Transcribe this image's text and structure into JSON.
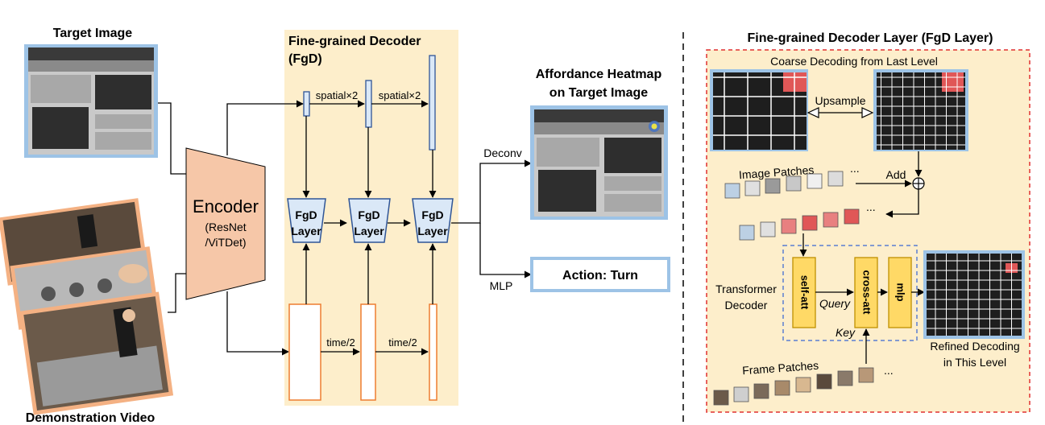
{
  "left": {
    "target_image_title": "Target Image",
    "demo_video_title": "Demonstration Video",
    "encoder_title": "Encoder",
    "encoder_sub1": "(ResNet",
    "encoder_sub2": "/ViTDet)",
    "fgd_title_line1": "Fine-grained Decoder",
    "fgd_title_line2": "(FgD)",
    "spatial_label": "spatial×2",
    "time_label": "time/2",
    "fgd_layer_line1": "FgD",
    "fgd_layer_line2": "Layer",
    "heatmap_title_line1": "Affordance Heatmap",
    "heatmap_title_line2": "on Target Image",
    "deconv_label": "Deconv",
    "mlp_label": "MLP",
    "action_label": "Action: Turn"
  },
  "right": {
    "panel_title": "Fine-grained Decoder Layer (FgD Layer)",
    "coarse_label": "Coarse Decoding from Last Level",
    "upsample_label": "Upsample",
    "image_patches_label": "Image Patches",
    "ellipsis": "...",
    "add_label": "Add",
    "transformer_line1": "Transformer",
    "transformer_line2": "Decoder",
    "self_att": "self-att",
    "cross_att": "cross-att",
    "mlp": "mlp",
    "query_label": "Query",
    "key_label": "Key",
    "refined_line1": "Refined Decoding",
    "refined_line2": "in This Level",
    "frame_patches_label": "Frame Patches"
  },
  "colors": {
    "fgd_background": "#fdeecb",
    "encoder_fill": "#f6c7a8",
    "frame_border": "#f4b183",
    "image_border": "#9dc3e6",
    "layer_fill": "#dae8f7",
    "layer_stroke": "#2f5597",
    "time_bar_stroke": "#ed7d31",
    "attention_fill": "#ffd966",
    "attention_stroke": "#bf9000",
    "highlight_red": "#e05757",
    "dashed_red": "#e03030",
    "dashed_blue": "#5b7fd1"
  },
  "icons": [
    "add-circle-icon",
    "double-arrow-icon"
  ]
}
